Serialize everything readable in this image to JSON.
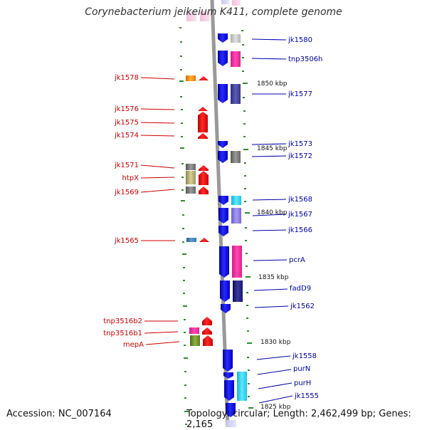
{
  "genome": {
    "title": "Corynebacterium jeikeium K411, complete genome",
    "accession_text": "Accession: NC_007164",
    "topology_text": "Topology: circular; Length: 2,462,499 bp; Genes: 2,165"
  },
  "scale_labels": [
    "1850 kbp",
    "1845 kbp",
    "1840 kbp",
    "1835 kbp",
    "1830 kbp",
    "1825 kbp"
  ],
  "colors": {
    "forward_strand": "#1010ee",
    "reverse_strand": "#ee1111",
    "left_label": "#cc0000",
    "right_label": "#0000aa",
    "backbone": "#999999",
    "tick": "#2e8b2e"
  },
  "left_genes": [
    {
      "label": "jk1578",
      "cog": "orange-box"
    },
    {
      "label": "jk1576",
      "cog": "none"
    },
    {
      "label": "jk1575",
      "cog": "none"
    },
    {
      "label": "jk1574",
      "cog": "none"
    },
    {
      "label": "jk1571",
      "cog": "gray-box"
    },
    {
      "label": "htpX",
      "cog": "khaki-box"
    },
    {
      "label": "jk1569",
      "cog": "gray-box"
    },
    {
      "label": "jk1565",
      "cog": "steelblue-box"
    },
    {
      "label": "tnp3516b2",
      "cog": "none"
    },
    {
      "label": "tnp3516b1",
      "cog": "pink-box"
    },
    {
      "label": "mepA",
      "cog": "olive-box"
    }
  ],
  "right_genes": [
    {
      "label": "jk1580",
      "cog": "silver-box"
    },
    {
      "label": "tnp3506h",
      "cog": "pink-box"
    },
    {
      "label": "jk1577",
      "cog": "slateblue-box"
    },
    {
      "label": "jk1573",
      "cog": "none"
    },
    {
      "label": "jk1572",
      "cog": "gray-box"
    },
    {
      "label": "jk1568",
      "cog": "cyan-box"
    },
    {
      "label": "jk1567",
      "cog": "mediumpurple-box"
    },
    {
      "label": "jk1566",
      "cog": "none"
    },
    {
      "label": "pcrA",
      "cog": "pink-box"
    },
    {
      "label": "fadD9",
      "cog": "navy-box"
    },
    {
      "label": "jk1562",
      "cog": "none"
    },
    {
      "label": "jk1558",
      "cog": "none"
    },
    {
      "label": "purN",
      "cog": "none"
    },
    {
      "label": "purH",
      "cog": "cyan-box"
    },
    {
      "label": "jk1555",
      "cog": "none"
    }
  ]
}
